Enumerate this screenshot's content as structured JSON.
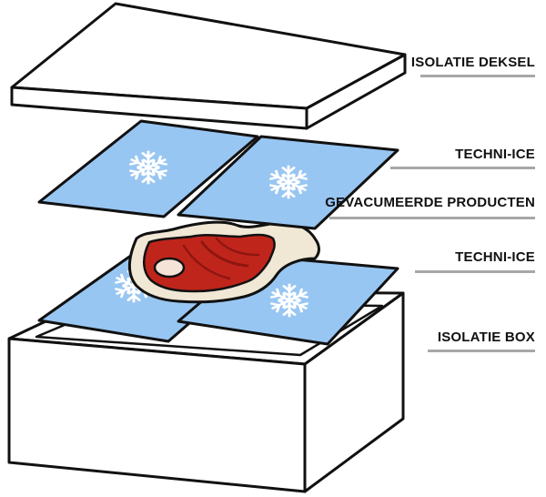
{
  "labels": {
    "lid": "ISOLATIE DEKSEL",
    "ice_top": "TECHNI-ICE",
    "products": "GEVACUMEERDE PRODUCTEN",
    "ice_bottom": "TECHNI-ICE",
    "box": "ISOLATIE BOX"
  },
  "colors": {
    "outline": "#111111",
    "ice_pack": "#98c6f2",
    "snowflake": "#ffffff",
    "meat": "#c0251b",
    "fat_rim": "#f0e7d5",
    "bone": "#f6e3d8",
    "leader_line": "#a7a7a7"
  },
  "icons": {
    "ice_pack_symbol": "snowflake-icon"
  }
}
